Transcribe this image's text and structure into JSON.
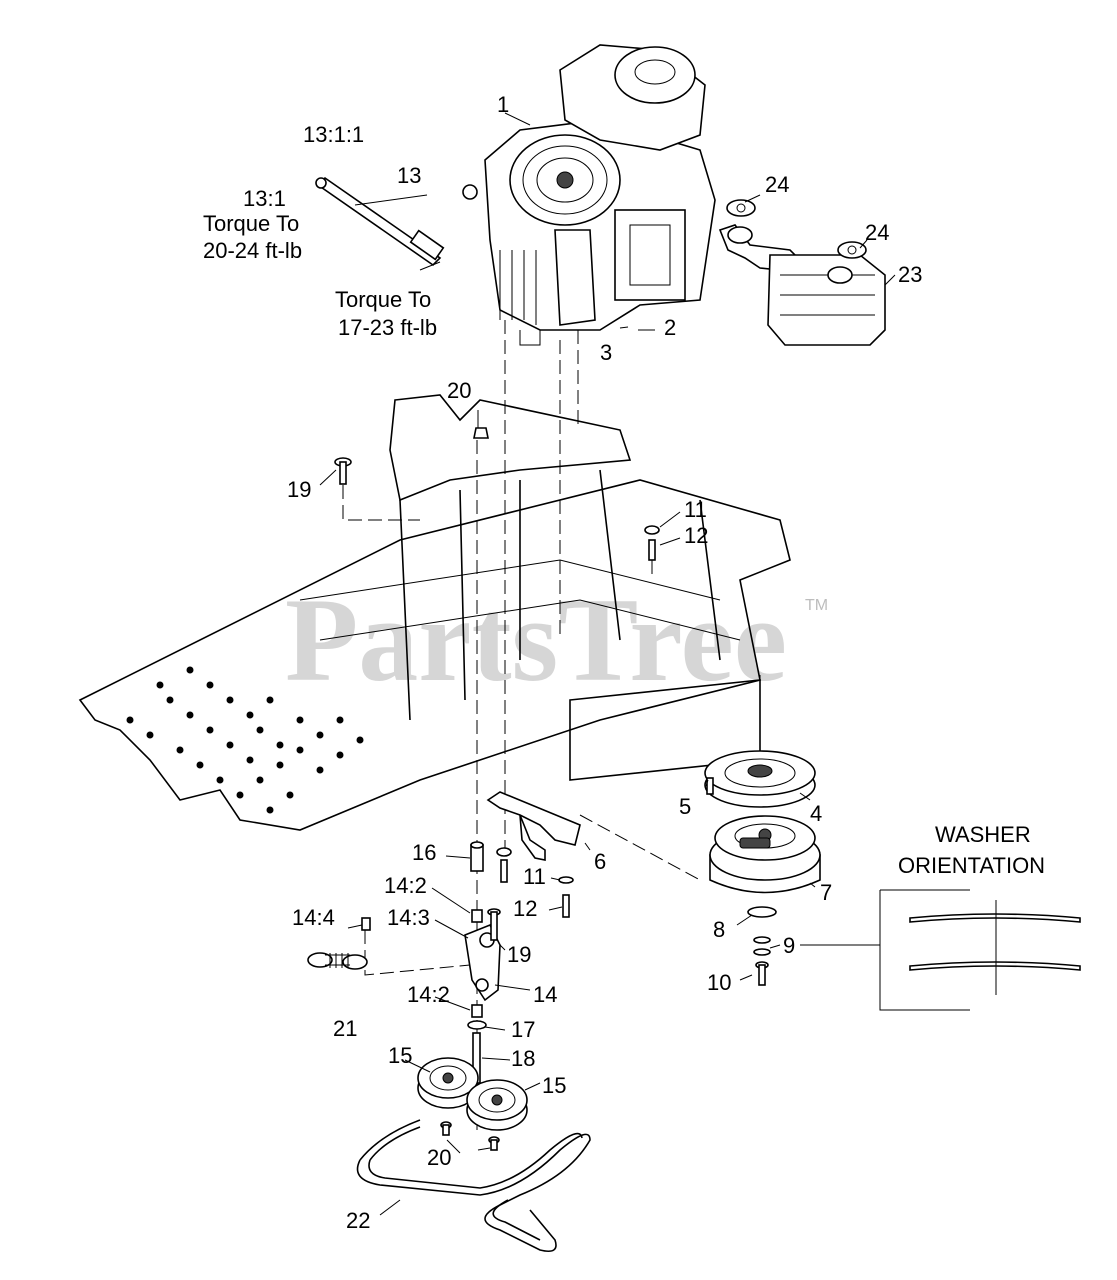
{
  "watermark": {
    "brand": "PartsTree",
    "trademark": "TM"
  },
  "callouts": {
    "c1": "1",
    "c2": "2",
    "c3": "3",
    "c4": "4",
    "c5": "5",
    "c6": "6",
    "c7": "7",
    "c8": "8",
    "c9": "9",
    "c10": "10",
    "c11a": "11",
    "c11b": "11",
    "c12a": "12",
    "c12b": "12",
    "c13": "13",
    "c13_1": "13:1",
    "c13_1_1": "13:1:1",
    "c14": "14",
    "c14_2a": "14:2",
    "c14_2b": "14:2",
    "c14_3": "14:3",
    "c14_4": "14:4",
    "c15a": "15",
    "c15b": "15",
    "c16": "16",
    "c17": "17",
    "c18": "18",
    "c19a": "19",
    "c19b": "19",
    "c20a": "20",
    "c20b": "20",
    "c21": "21",
    "c22": "22",
    "c23": "23",
    "c24a": "24",
    "c24b": "24"
  },
  "notes": {
    "torque1_line1": "Torque To",
    "torque1_line2": "20-24 ft-lb",
    "torque2_line1": "Torque To",
    "torque2_line2": "17-23 ft-lb"
  },
  "washer_box": {
    "title_line1": "WASHER",
    "title_line2": "ORIENTATION"
  }
}
